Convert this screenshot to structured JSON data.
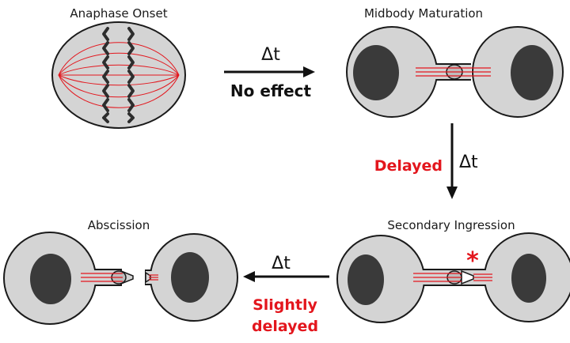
{
  "stages": {
    "anaphase_onset": "Anaphase Onset",
    "midbody_maturation": "Midbody Maturation",
    "secondary_ingression": "Secondary Ingression",
    "abscission": "Abscission"
  },
  "transitions": {
    "first": {
      "delta": "Δt",
      "effect": "No effect"
    },
    "second": {
      "delta": "Δt",
      "effect": "Delayed"
    },
    "third": {
      "delta": "Δt",
      "effect_line1": "Slightly",
      "effect_line2": "delayed"
    }
  },
  "marker": "*",
  "colors": {
    "cell_fill": "#d4d4d4",
    "cell_outline": "#1a1a1a",
    "nucleus": "#3a3a3a",
    "microtubule": "#e3161d",
    "emphasis": "#e3161d",
    "arrow": "#111111"
  }
}
